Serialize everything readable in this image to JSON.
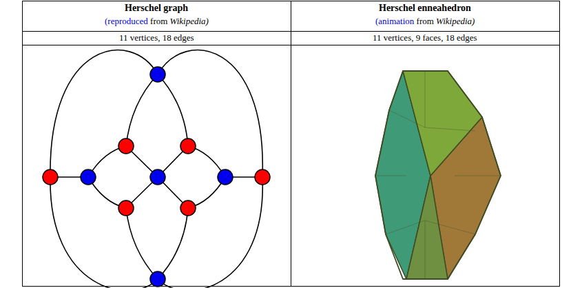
{
  "diagram": {
    "labels": [
      "Herschel graph",
      "(reproduced from Wikipedia)",
      "Herschel enneahedron",
      "(animation from Wikipedia)",
      "11 vertices, 18 edges",
      "11 vertices, 9 faces, 18 edges"
    ]
  }
}
